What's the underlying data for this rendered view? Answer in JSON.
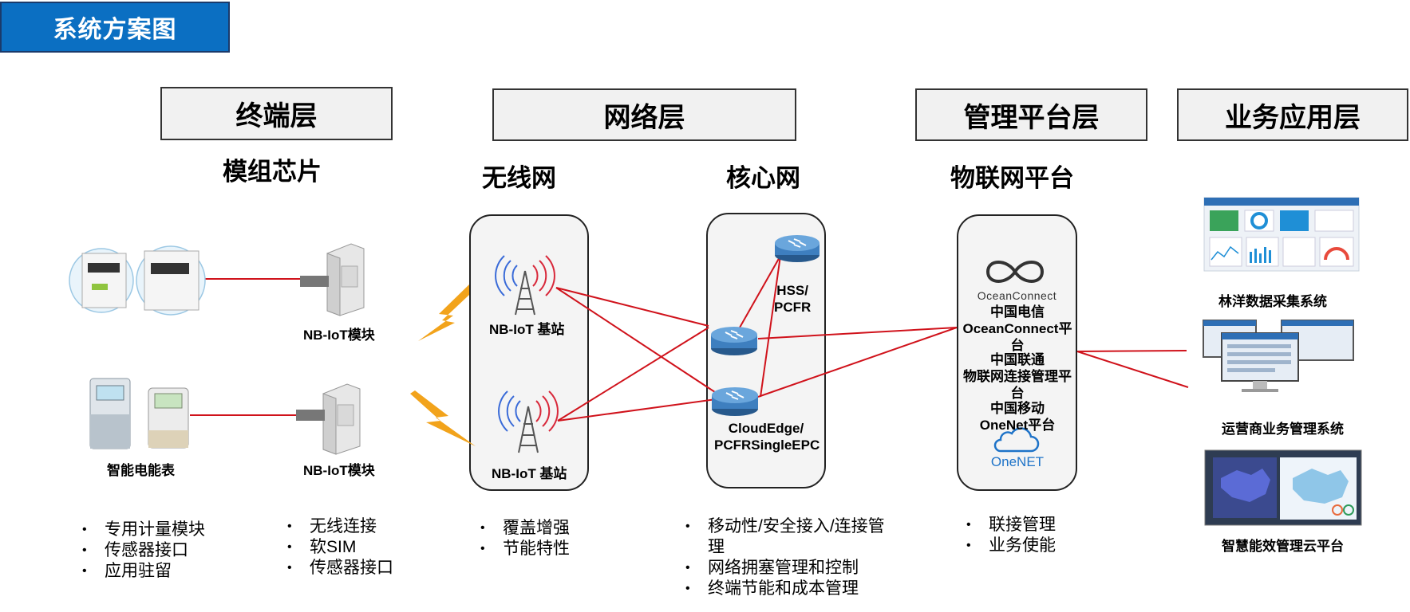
{
  "title": "系统方案图",
  "layers": {
    "terminal": "终端层",
    "network": "网络层",
    "platform": "管理平台层",
    "application": "业务应用层"
  },
  "subheads": {
    "module_chip": "模组芯片",
    "wireless": "无线网",
    "core": "核心网",
    "iot_platform": "物联网平台"
  },
  "devices": {
    "module_top": "NB-IoT模块",
    "module_bottom": "NB-IoT模块",
    "smart_meter": "智能电能表"
  },
  "wireless": {
    "station_top": "NB-IoT 基站",
    "station_bottom": "NB-IoT 基站"
  },
  "core": {
    "hss_line1": "HSS/",
    "hss_line2": "PCFR",
    "edge_line1": "CloudEdge/",
    "edge_line2": "PCFRSingleEPC"
  },
  "platform": {
    "oc_logo_text": "OceanConnect",
    "telecom_line1": "中国电信",
    "telecom_line2": "OceanConnect平台",
    "unicom_line1": "中国联通",
    "unicom_line2": "物联网连接管理平台",
    "mobile_line1": "中国移动",
    "mobile_line2": "OneNet平台",
    "onenet_logo_text": "OneNET"
  },
  "apps": {
    "app1": "林洋数据采集系统",
    "app2": "运营商业务管理系统",
    "app3": "智慧能效管理云平台"
  },
  "bullets": {
    "chip": [
      "专用计量模块",
      "传感器接口",
      "应用驻留"
    ],
    "module": [
      "无线连接",
      "软SIM",
      "传感器接口"
    ],
    "wireless": [
      "覆盖增强",
      "节能特性"
    ],
    "core": [
      "移动性/安全接入/连接管理",
      "网络拥塞管理和控制",
      "终端节能和成本管理"
    ],
    "platform": [
      "联接管理",
      "业务使能"
    ]
  },
  "colors": {
    "title_bg": "#0b6fc2",
    "link_line": "#d0121b",
    "router": "#3e7fbf",
    "lightning": "#f2a31b"
  }
}
